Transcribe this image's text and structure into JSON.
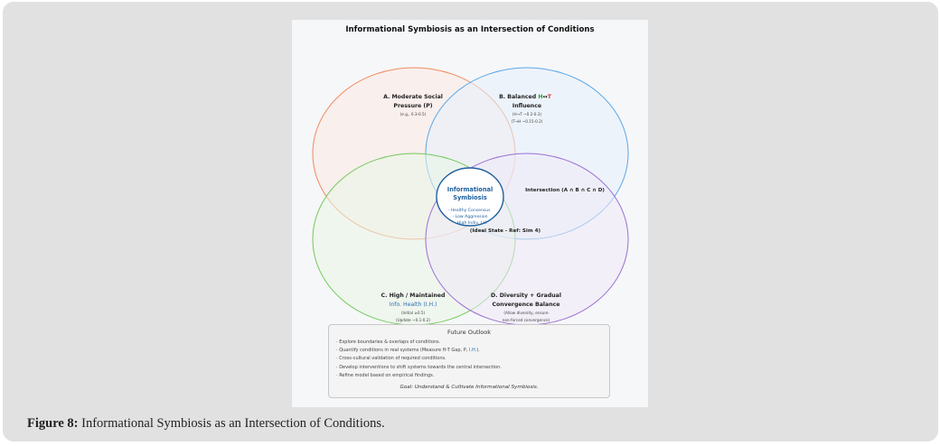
{
  "figure": {
    "title": "Informational Symbiosis as an Intersection of Conditions",
    "sets": [
      {
        "id": "A",
        "line1": "A. Moderate Social",
        "line2": "Pressure (P)",
        "note1": "(e.g., 0.3-0.5)",
        "note2": "",
        "color": "#f08a5d",
        "fill": "#fbe9e3"
      },
      {
        "id": "B",
        "line1_prefix": "B. Balanced ",
        "line1_h": "H",
        "line1_arrow": "↔",
        "line1_t": "T",
        "line2": "Influence",
        "note1": "(H→T ~0.2-0.3)",
        "note2": "(T→H ~0.15-0.2)",
        "color": "#5aa7e8",
        "fill": "#e5f1fb",
        "h_color": "#2e9a3a",
        "t_color": "#d0392f"
      },
      {
        "id": "C",
        "line1": "C. High / Maintained",
        "line2": "Info. Health (I.H.)",
        "note1": "(Initial ≥0.5)",
        "note2": "(Update ~0.1-0.2)",
        "color": "#72c95a",
        "fill": "#eaf5e6",
        "line2_color": "#2a6fb5"
      },
      {
        "id": "D",
        "line1": "D. Diversity + Gradual",
        "line2": "Convergence Balance",
        "note1": "(Allow diversity, ensure",
        "note2": "non-forced convergence)",
        "color": "#9b6fd1",
        "fill": "#efe9f8"
      }
    ],
    "center": {
      "title1": "Informational",
      "title2": "Symbiosis",
      "bullets": [
        "- Healthy Consensus",
        "- Low Aggression",
        "- High Indiv. I.H."
      ],
      "color": "#1f5f9e"
    },
    "intersection_label": "Intersection (A ∩ B ∩ C ∩ D)",
    "ideal_state_label": "(Ideal State - Ref: Sim 4)"
  },
  "outlook": {
    "title": "Future Outlook",
    "items": [
      "Explore boundaries & overlaps of conditions.",
      "Quantify conditions in real systems (Measure H-T Gap, P, ",
      "Cross-cultural validation of required conditions.",
      "Develop interventions to shift systems towards the central intersection.",
      "Refine model based on empirical findings."
    ],
    "item2_highlight": "I.H.",
    "item2_suffix": ").",
    "goal": "Goal: Understand & Cultivate Informational Symbiosis."
  },
  "caption": {
    "label": "Figure 8:",
    "text": " Informational Symbiosis as an Intersection of Conditions."
  }
}
